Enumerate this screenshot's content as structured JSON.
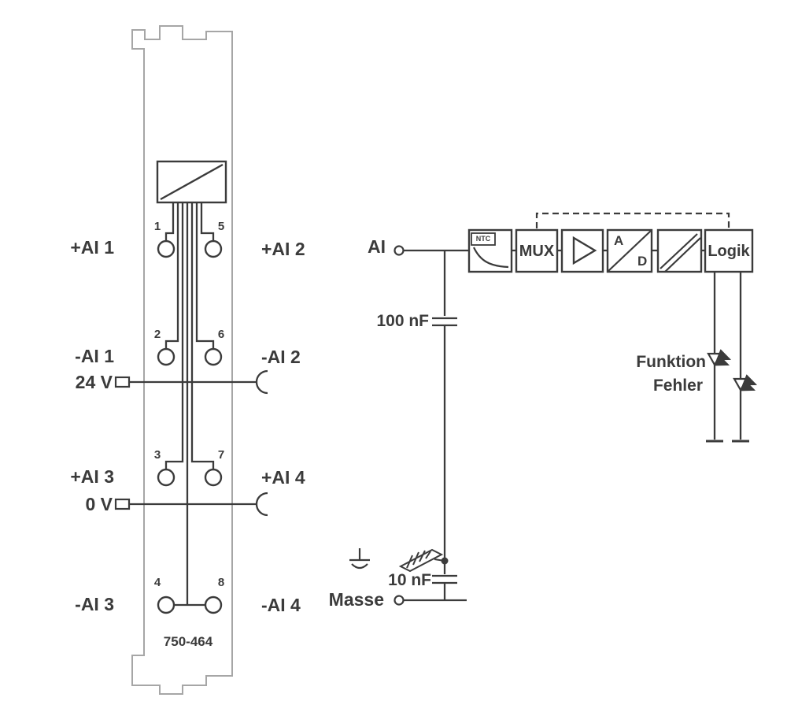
{
  "module": {
    "part_number": "750-464",
    "left_terminals": [
      {
        "num": "1",
        "label": "+AI 1"
      },
      {
        "num": "2",
        "label": "-AI 1"
      },
      {
        "num": "3",
        "label": "+AI 3"
      },
      {
        "num": "4",
        "label": "-AI 3"
      }
    ],
    "right_terminals": [
      {
        "num": "5",
        "label": "+AI 2"
      },
      {
        "num": "6",
        "label": "-AI 2"
      },
      {
        "num": "7",
        "label": "+AI 4"
      },
      {
        "num": "8",
        "label": "-AI 4"
      }
    ],
    "supply_label": "24 V",
    "ground_label": "0 V"
  },
  "schematic": {
    "input_label": "AI",
    "cap_input": "100 nF",
    "cap_ground": "10 nF",
    "ground_label": "Masse",
    "blocks": {
      "ntc": "NTC",
      "mux": "MUX",
      "ad_top": "A",
      "ad_bottom": "D",
      "logic": "Logik"
    },
    "led_function": "Funktion",
    "led_error": "Fehler"
  },
  "colors": {
    "ink": "#3b3b3b",
    "outline_gray": "#a6a6a6",
    "background": "#ffffff"
  }
}
